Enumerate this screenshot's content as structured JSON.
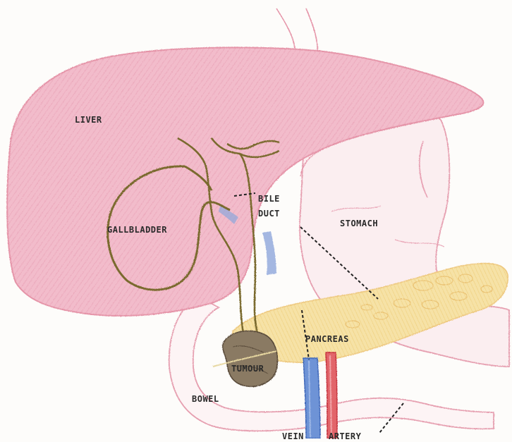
{
  "labels": {
    "liver": "LIVER",
    "bile": "BILE",
    "duct": "DUCT",
    "gallbladder": "GALLBLADDER",
    "stomach": "STOMACH",
    "pancreas": "PANCREAS",
    "tumour": "TUMOUR",
    "bowel": "BOWEL",
    "vein": "VEIN",
    "artery": "ARTERY"
  },
  "colors": {
    "liver": "#efb3c4",
    "organ_outline": "#e79fb1",
    "gallbladder_outline": "#7a6a2f",
    "pancreas": "#f3dc9a",
    "pancreas_outline": "#e8c36a",
    "tumour": "#7c6e5b",
    "vein": "#4a77c9",
    "artery": "#d8424a",
    "guide_line": "#222222"
  }
}
